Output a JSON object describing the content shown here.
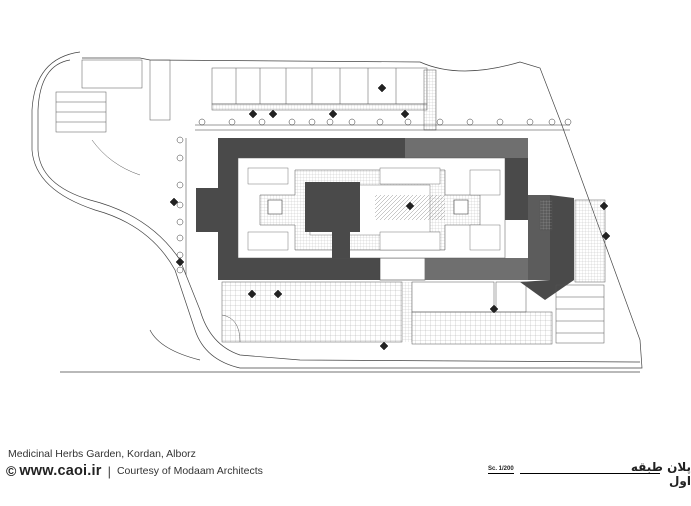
{
  "caption": {
    "title": "Medicinal Herbs Garden, Kordan, Alborz",
    "copyright_icon": "©",
    "site": "www.caoi.ir",
    "separator": "|",
    "courtesy": "Courtesy of Modaam Architects"
  },
  "drawing": {
    "scale_label": "Sc. 1/200",
    "title_fa": "پلان طبقه اول",
    "colors": {
      "dark_roof": "#4a4a4a",
      "medium_roof": "#6f6f6f",
      "line": "#444444",
      "hatch": "#9a9a9a"
    }
  }
}
